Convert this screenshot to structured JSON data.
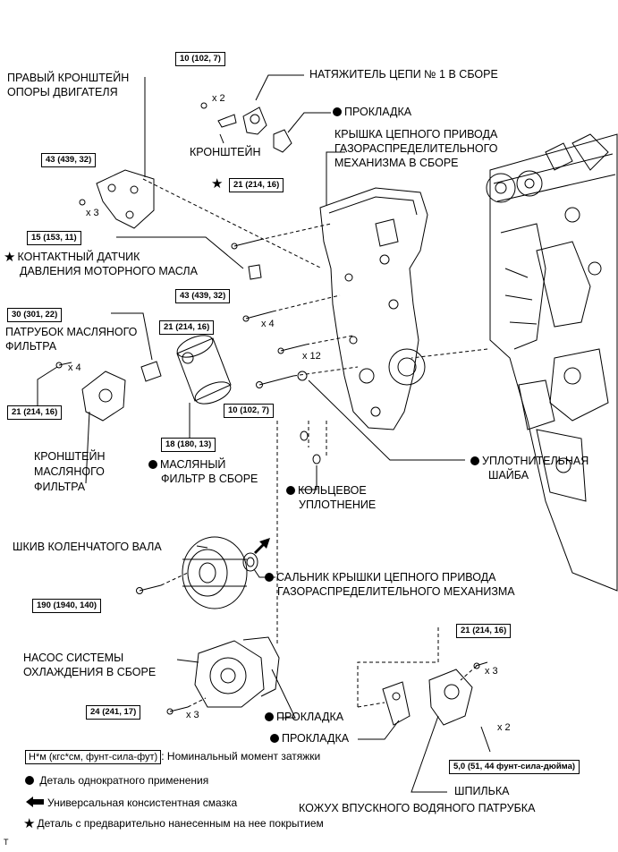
{
  "labels": {
    "tensioner": "НАТЯЖИТЕЛЬ ЦЕПИ № 1 В СБОРЕ",
    "gasket_top": "ПРОКЛАДКА",
    "bracket": "КРОНШТЕЙН",
    "engine_mount_1": "ПРАВЫЙ КРОНШТЕЙН",
    "engine_mount_2": "ОПОРЫ ДВИГАТЕЛЯ",
    "timing_cover_1": "КРЫШКА ЦЕПНОГО ПРИВОДА",
    "timing_cover_2": "ГАЗОРАСПРЕДЕЛИТЕЛЬНОГО",
    "timing_cover_3": "МЕХАНИЗМА В СБОРЕ",
    "oil_switch_1": "КОНТАКТНЫЙ ДАТЧИК",
    "oil_switch_2": "ДАВЛЕНИЯ МОТОРНОГО МАСЛА",
    "filter_union_1": "ПАТРУБОК МАСЛЯНОГО",
    "filter_union_2": "ФИЛЬТРА",
    "filter_bracket_1": "КРОНШТЕЙН",
    "filter_bracket_2": "МАСЛЯНОГО",
    "filter_bracket_3": "ФИЛЬТРА",
    "oil_filter_1": "МАСЛЯНЫЙ",
    "oil_filter_2": "ФИЛЬТР В СБОРЕ",
    "seal_washer_1": "УПЛОТНИТЕЛЬНАЯ",
    "seal_washer_2": "ШАЙБА",
    "o_ring_1": "КОЛЬЦЕВОЕ",
    "o_ring_2": "УПЛОТНЕНИЕ",
    "crank_pulley": "ШКИВ КОЛЕНЧАТОГО ВАЛА",
    "oil_seal_1": "САЛЬНИК КРЫШКИ ЦЕПНОГО ПРИВОДА",
    "oil_seal_2": "ГАЗОРАСПРЕДЕЛИТЕЛЬНОГО МЕХАНИЗМА",
    "water_pump_1": "НАСОС СИСТЕМЫ",
    "water_pump_2": "ОХЛАЖДЕНИЯ В СБОРЕ",
    "gasket_pump": "ПРОКЛАДКА",
    "gasket_inlet": "ПРОКЛАДКА",
    "stud": "ШПИЛЬКА",
    "inlet_housing": "КОЖУХ ВПУСКНОГО ВОДЯНОГО ПАТРУБКА"
  },
  "torques": {
    "t_top": "10 (102, 7)",
    "t_mount": "43 (439, 32)",
    "t_star": "21 (214, 16)",
    "t_switch": "15 (153, 11)",
    "t_cover43": "43 (439, 32)",
    "t_union": "30 (301, 22)",
    "t_cover21": "21 (214, 16)",
    "t_bracket": "21 (214, 16)",
    "t_cover10": "10 (102, 7)",
    "t_filter": "18 (180, 13)",
    "t_pulley": "190 (1940, 140)",
    "t_pump": "24 (241, 17)",
    "t_inlet": "21 (214, 16)",
    "t_stud": "5,0 (51, 44 фунт-сила-дюйма)"
  },
  "quantities": {
    "q_top": "x 2",
    "q_mount": "x 3",
    "q_cover4": "x 4",
    "q_bracket4": "x 4",
    "q_cover12": "x 12",
    "q_pump": "x 3",
    "q_inlet": "x 3",
    "q_stud": "x 2"
  },
  "legend": {
    "units": "Н*м (кгс*см, фунт-сила-фут)",
    "units_desc": ": Номинальный момент затяжки",
    "single_use": "Деталь однократного применения",
    "grease": "Универсальная консистентная смазка",
    "precoated": "Деталь с предварительно нанесенным на нее покрытием"
  },
  "footer_code": "T",
  "icons": [
    "filled-dot-icon",
    "star-icon",
    "arrow-left-icon"
  ]
}
